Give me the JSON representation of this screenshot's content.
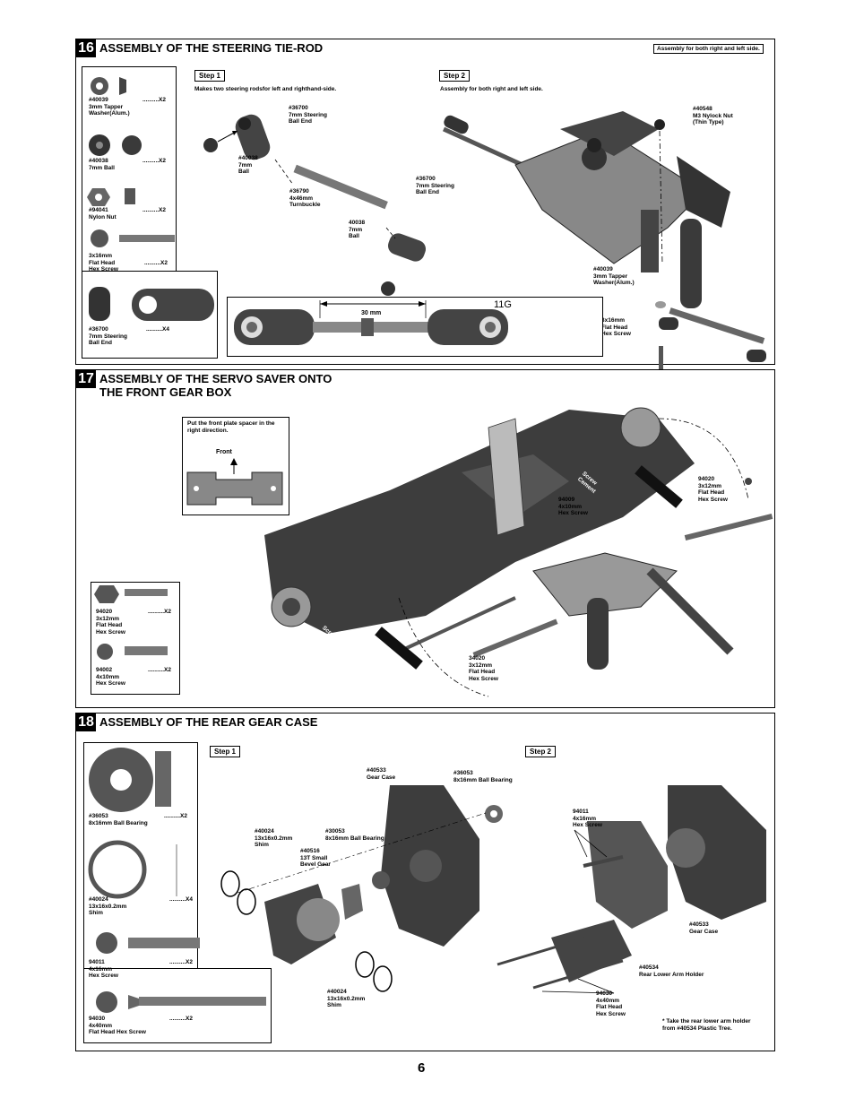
{
  "page_number": "6",
  "s16": {
    "num": "16",
    "title": "ASSEMBLY OF THE STEERING TIE-ROD",
    "corner_note": "Assembly for both right and left side.",
    "step1": "Step 1",
    "step1_desc": "Makes two steering rodsfor left and righthand-side.",
    "step2": "Step 2",
    "step2_desc": "Assembly for both right and left side.",
    "parts": [
      {
        "label": "#40039\n3mm Tapper\nWasher(Alum.)",
        "qty": "..........X2"
      },
      {
        "label": "#40038\n7mm Ball",
        "qty": "..........X2"
      },
      {
        "label": "#94041\nNylon Nut",
        "qty": "..........X2"
      },
      {
        "label": "3x16mm\nFlat  Head\nHex Screw",
        "qty": "..........X2"
      },
      {
        "label": "#36700\n7mm Steering\nBall End",
        "qty": "..........X4"
      }
    ],
    "callouts": {
      "ballend_top": "#36700\n7mm Steering\nBall End",
      "ball_left": "#40038\n7mm\nBall",
      "turnbuckle": "#36790\n4x46mm\nTurnbuckle",
      "ballend_right": "#36700\n7mm Steering\nBall End",
      "ball_bottom": "40038\n7mm\nBall",
      "nylock": "#40548\nM3 Nylock Nut\n(Thin Type)",
      "washer": "#40039\n3mm Tapper\nWasher(Alum.)",
      "screw": "3x16mm\nFlat  Head\nHex Screw"
    },
    "dimension": "30 mm",
    "code": "11G"
  },
  "s17": {
    "num": "17",
    "title": "ASSEMBLY OF THE SERVO SAVER ONTO\nTHE FRONT GEAR BOX",
    "spacer_note": "Put  the front plate spacer  in the\nright direction.",
    "front": "Front",
    "parts": [
      {
        "label": "94020\n3x12mm\nFlat  Head\nHex Screw",
        "qty": "..........X2"
      },
      {
        "label": "94002\n4x10mm\nHex Screw",
        "qty": "..........X2"
      }
    ],
    "callouts": {
      "screw_right": "94020\n3x12mm\nFlat  Head\nHex Screw",
      "screw_mid": "94009\n4x10mm\nHex Screw",
      "screw_bottom": "34020\n3x12mm\nFlat  Head\nHex Screw"
    },
    "cement": "Screw\nCement"
  },
  "s18": {
    "num": "18",
    "title": "ASSEMBLY OF THE REAR GEAR CASE",
    "step1": "Step 1",
    "step2": "Step 2",
    "parts": [
      {
        "label": "#36053\n8x16mm Ball Bearing",
        "qty": "..........X2"
      },
      {
        "label": "#40024\n13x16x0.2mm\nShim",
        "qty": "..........X4"
      },
      {
        "label": "94011\n4x16mm\nHex Screw",
        "qty": "..........X2"
      },
      {
        "label": "94030\n4x40mm\nFlat Head Hex Screw",
        "qty": "..........X2"
      }
    ],
    "callouts": {
      "gearcase": "#40533\nGear Case",
      "bearing_top": "#36053\n8x16mm Ball Bearing",
      "shim_top": "#40024\n13x16x0.2mm\nShim",
      "bearing_mid": "#30053\n8x16mm Ball Bearing",
      "bevel": "#40516\n13T Small\nBevel Gear",
      "shim_bottom": "#40024\n13x16x0.2mm\nShim",
      "hex16": "94011\n4x16mm\nHex Screw",
      "gearcase2": "#40533\nGear Case",
      "arm_holder": "#40534\nRear Lower Arm Holder",
      "flat40": "94030\n4x40mm\nFlat Head\nHex Screw"
    },
    "footnote": "* Take the rear lower arm holder\n   from #40534 Plastic Tree."
  }
}
